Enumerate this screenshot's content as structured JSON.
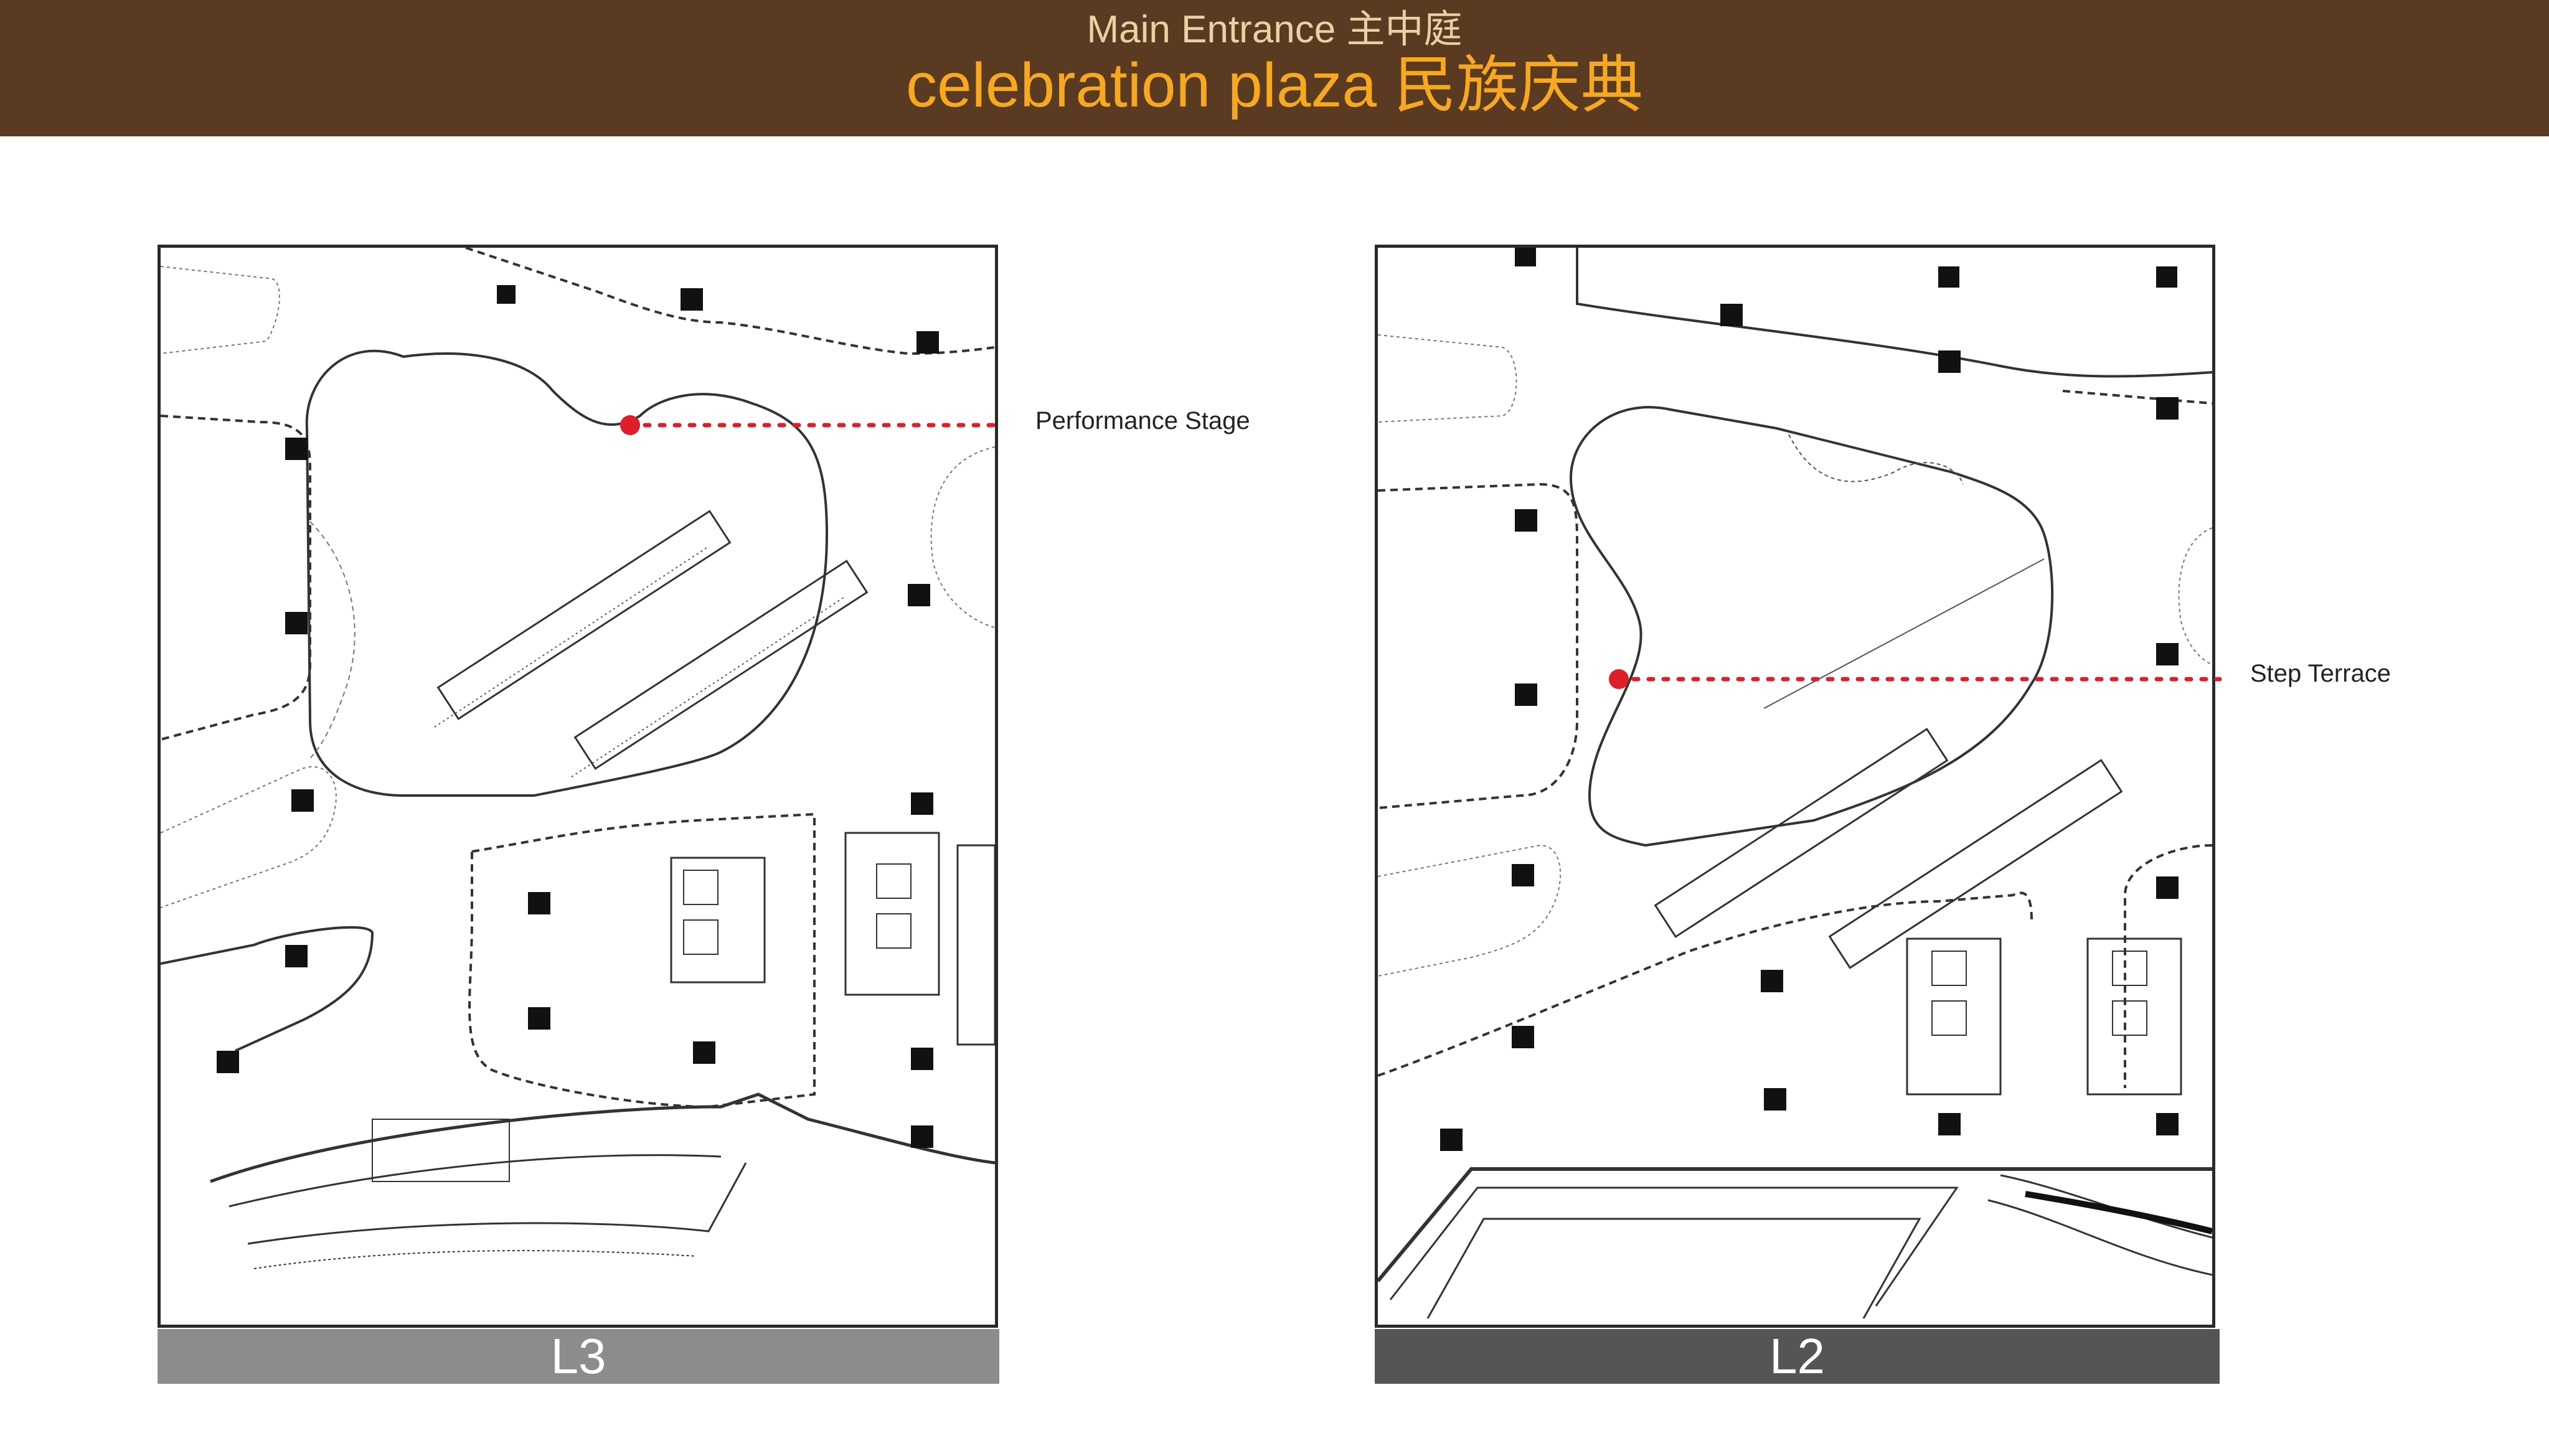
{
  "header": {
    "subtitle": "Main Entrance 主中庭",
    "title": "celebration plaza 民族庆典"
  },
  "plans": [
    {
      "level": "L3",
      "callout": "Performance Stage"
    },
    {
      "level": "L2",
      "callout": "Step Terrace"
    }
  ],
  "colors": {
    "header_bg": "#5a3a20",
    "subtitle": "#ead0a2",
    "title": "#f7a81f",
    "marker": "#e01e2a",
    "bar_l3": "#8c8c8c",
    "bar_l2": "#555555"
  }
}
